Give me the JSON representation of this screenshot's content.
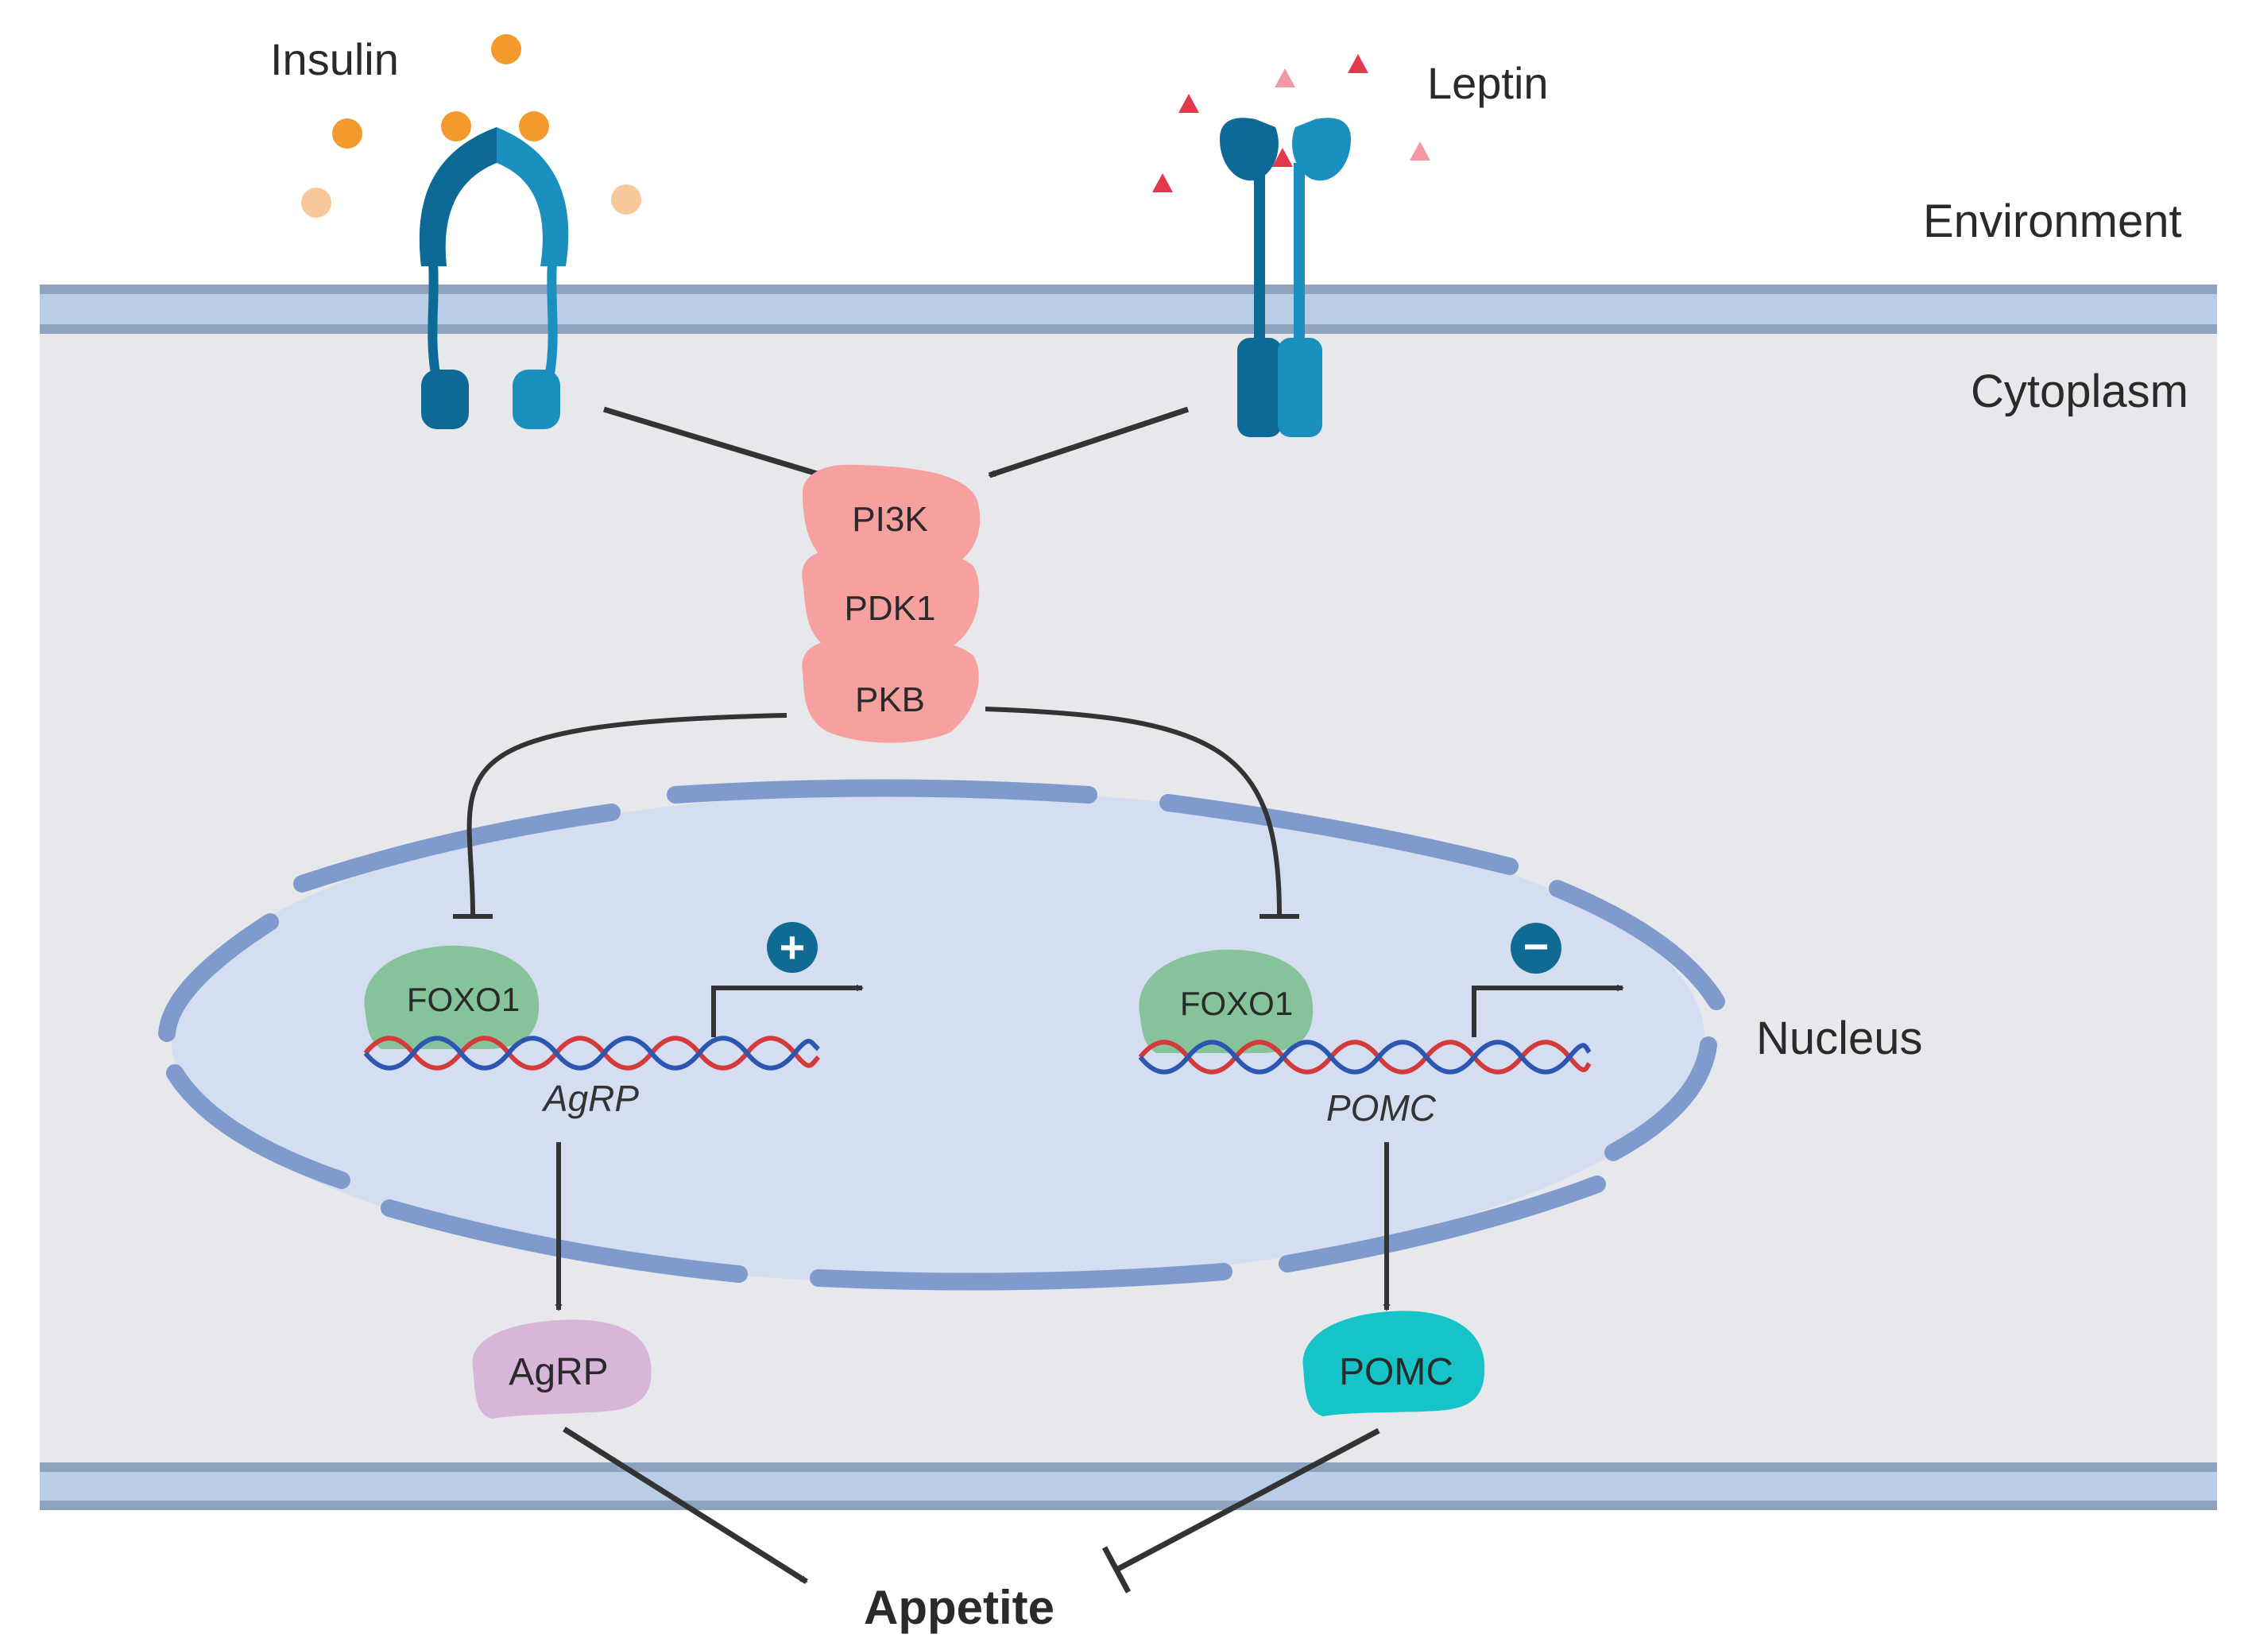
{
  "regions": {
    "environment": "Environment",
    "cytoplasm": "Cytoplasm",
    "nucleus": "Nucleus"
  },
  "ligands": {
    "insulin": "Insulin",
    "leptin": "Leptin"
  },
  "kinases": {
    "pi3k": "PI3K",
    "pdk1": "PDK1",
    "pkb": "PKB"
  },
  "transcription_factors": {
    "left": "FOXO1",
    "right": "FOXO1"
  },
  "genes": {
    "agrp": "AgRP",
    "pomc": "POMC"
  },
  "products": {
    "agrp": "AgRP",
    "pomc": "POMC"
  },
  "outcome": {
    "appetite": "Appetite"
  },
  "regulation": {
    "agrp_sign": "+",
    "pomc_sign": "−"
  },
  "colors": {
    "cytoplasm": "#e6e8eb",
    "membrane_dark": "#8ea3be",
    "membrane_light": "#b9cde6",
    "nucleus_fill": "#d5ddf1",
    "nuclear_envelope": "#7f9acd",
    "insulin": "#f39a2c",
    "leptin": "#e23a4a",
    "receptor_dark": "#0d6a97",
    "receptor_light": "#1b8fbe",
    "kinase": "#f6a0a0",
    "foxo1": "#86c39a",
    "agrp_protein": "#d7b6da",
    "pomc_protein": "#16c3c7",
    "dna_red": "#d33a3a",
    "dna_blue": "#2b57b0",
    "sign_badge": "#0f6b93"
  }
}
